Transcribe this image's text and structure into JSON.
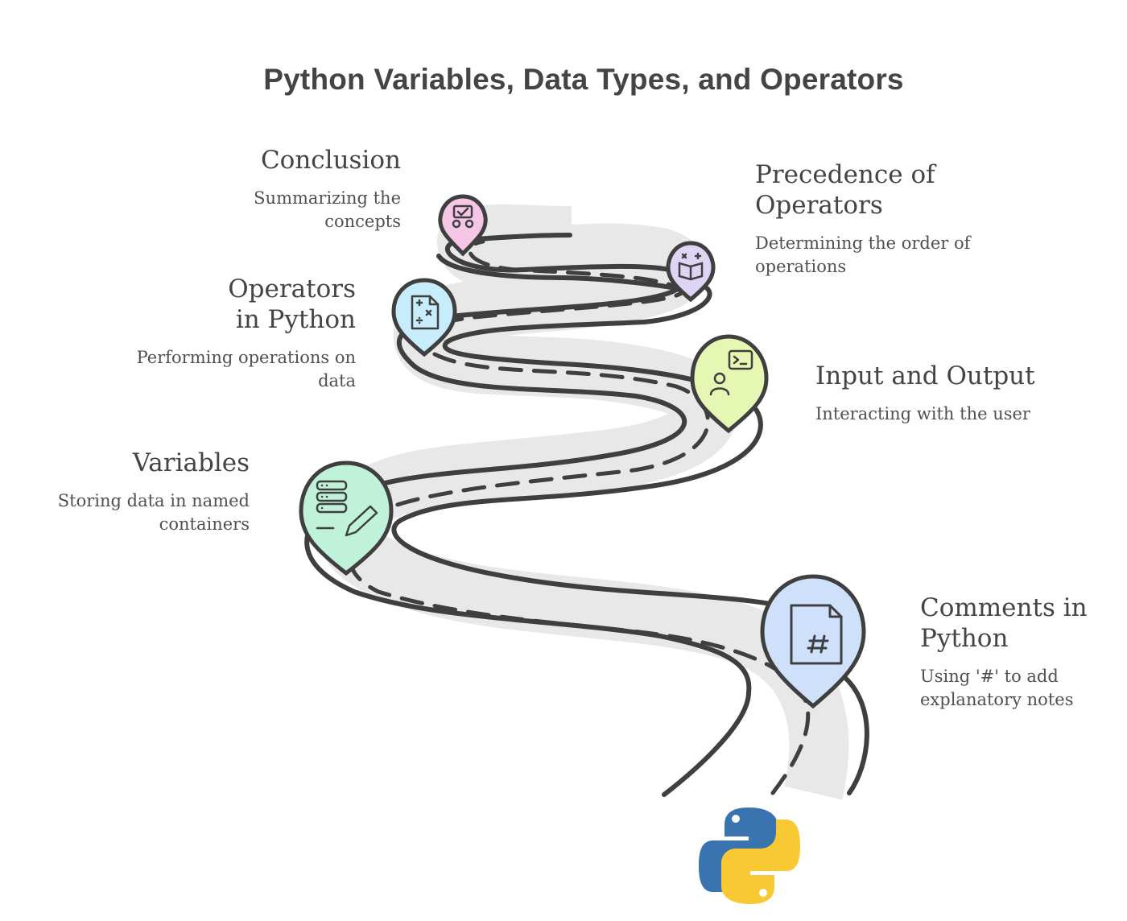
{
  "title": "Python Variables, Data Types, and Operators",
  "milestones": [
    {
      "heading": "Conclusion",
      "description": "Summarizing the concepts",
      "icon": "presentation-icon",
      "color": "#f5c6e6"
    },
    {
      "heading": "Precedence of Operators",
      "description": "Determining the order of operations",
      "icon": "operators-book-icon",
      "color": "#e0d4f5"
    },
    {
      "heading": "Operators in Python",
      "description": "Performing operations on data",
      "icon": "math-document-icon",
      "color": "#c7ecfb"
    },
    {
      "heading": "Input and Output",
      "description": "Interacting with the user",
      "icon": "user-terminal-icon",
      "color": "#e6f7b4"
    },
    {
      "heading": "Variables",
      "description": "Storing data in named containers",
      "icon": "database-edit-icon",
      "color": "#bff2d8"
    },
    {
      "heading": "Comments in Python",
      "description": "Using '#' to add explanatory notes",
      "icon": "hash-document-icon",
      "color": "#cfe0fb"
    }
  ],
  "logo": "python-logo",
  "colors": {
    "road": "#e8e8e8",
    "stroke": "#3f3f3f",
    "python_blue": "#3a74b0",
    "python_yellow": "#f9c934"
  }
}
